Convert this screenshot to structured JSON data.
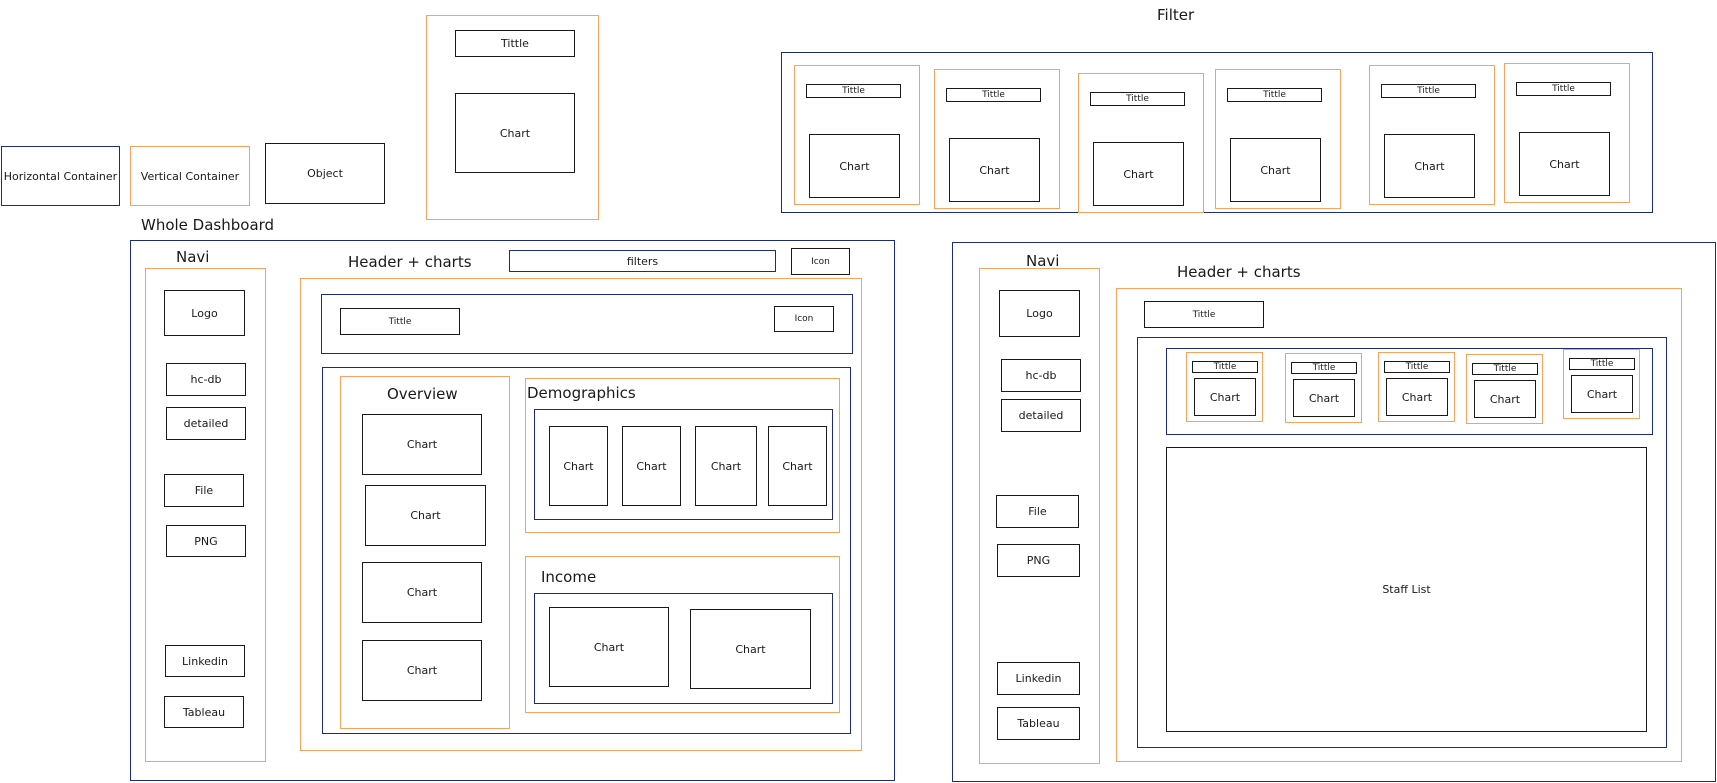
{
  "legend": {
    "horizontal": "Horizontal Container",
    "vertical": "Vertical Container",
    "object": "Object",
    "card_title": "Tittle",
    "card_chart": "Chart"
  },
  "filter_panel": {
    "label": "Filter",
    "cards": [
      {
        "title": "Tittle",
        "chart": "Chart"
      },
      {
        "title": "Tittle",
        "chart": "Chart"
      },
      {
        "title": "Tittle",
        "chart": "Chart"
      },
      {
        "title": "Tittle",
        "chart": "Chart"
      },
      {
        "title": "Tittle",
        "chart": "Chart"
      },
      {
        "title": "Tittle",
        "chart": "Chart"
      }
    ]
  },
  "dashboard1": {
    "label": "Whole Dashboard",
    "navi": {
      "label": "Navi",
      "items": [
        "Logo",
        "hc-db",
        "detailed",
        "File",
        "PNG",
        "Linkedin",
        "Tableau"
      ]
    },
    "header_label": "Header + charts",
    "filters": "filters",
    "icon": "Icon",
    "title": "Tittle",
    "title_icon": "Icon",
    "overview": {
      "label": "Overview",
      "charts": [
        "Chart",
        "Chart",
        "Chart",
        "Chart"
      ]
    },
    "demographics": {
      "label": "Demographics",
      "charts": [
        "Chart",
        "Chart",
        "Chart",
        "Chart"
      ]
    },
    "income": {
      "label": "Income",
      "charts": [
        "Chart",
        "Chart"
      ]
    }
  },
  "dashboard2": {
    "navi": {
      "label": "Navi",
      "items": [
        "Logo",
        "hc-db",
        "detailed",
        "File",
        "PNG",
        "Linkedin",
        "Tableau"
      ]
    },
    "header_label": "Header + charts",
    "title": "Tittle",
    "cards": [
      {
        "title": "Tittle",
        "chart": "Chart"
      },
      {
        "title": "Tittle",
        "chart": "Chart"
      },
      {
        "title": "Tittle",
        "chart": "Chart"
      },
      {
        "title": "Tittle",
        "chart": "Chart"
      },
      {
        "title": "Tittle",
        "chart": "Chart"
      }
    ],
    "staff_list": "Staff List"
  }
}
